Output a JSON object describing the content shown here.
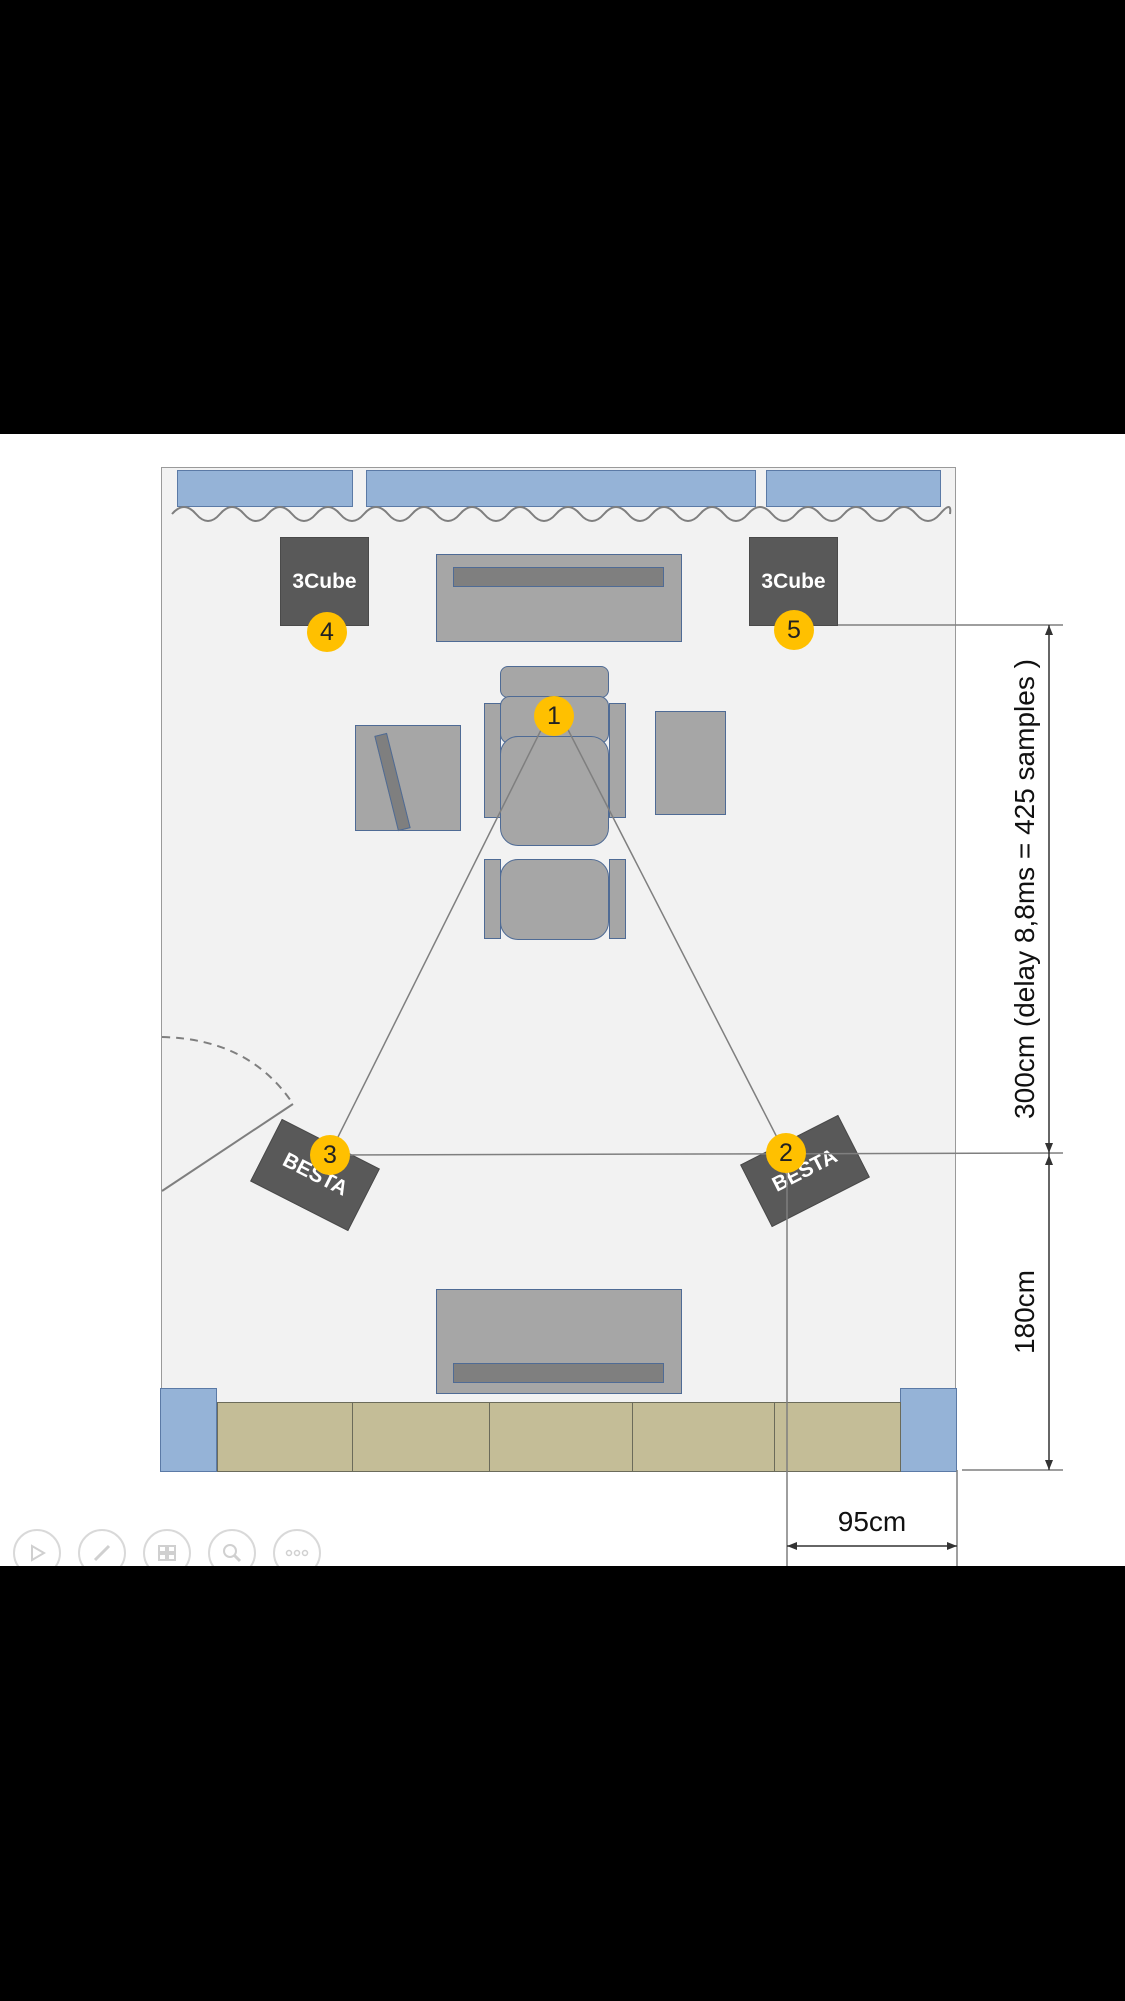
{
  "speakers": {
    "sub_left_label": "3Cube",
    "sub_right_label": "3Cube",
    "main_left_label": "BESTA",
    "main_right_label": "BESTA"
  },
  "markers": {
    "m1": "1",
    "m2": "2",
    "m3": "3",
    "m4": "4",
    "m5": "5"
  },
  "dimensions": {
    "vertical_upper": "300cm (delay 8,8ms = 425 samples )",
    "vertical_lower": "180cm",
    "horizontal": "95cm"
  },
  "controls": {
    "play_icon": "play-icon",
    "pen_icon": "pen-icon",
    "slides_icon": "slides-icon",
    "zoom_icon": "magnifier-icon",
    "more_icon": "more-icon"
  },
  "colors": {
    "background": "#000000",
    "room": "#f2f2f2",
    "window": "#95b3d7",
    "furniture": "#a6a6a6",
    "speaker": "#595959",
    "marker": "#ffc000",
    "sofa": "#c4bd97"
  }
}
